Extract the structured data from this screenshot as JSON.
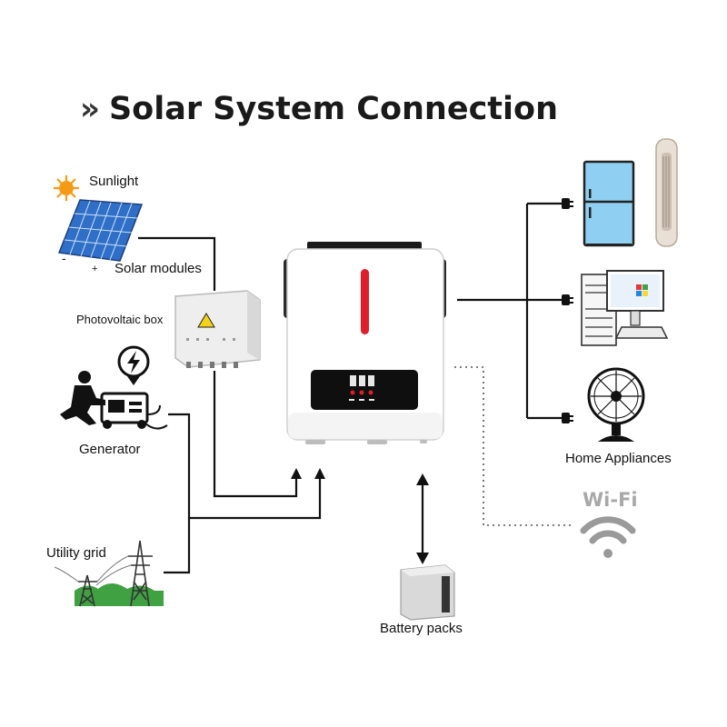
{
  "title": {
    "chevrons": "»",
    "text": "Solar System Connection"
  },
  "labels": {
    "sunlight": "Sunlight",
    "solar_modules": "Solar modules",
    "photovoltaic_box": "Photovoltaic box",
    "generator": "Generator",
    "utility_grid": "Utility grid",
    "battery_packs": "Battery packs",
    "home_appliances": "Home Appliances",
    "wifi": "Wi-Fi"
  },
  "polarity": {
    "negative": "-",
    "positive": "+"
  },
  "colors": {
    "line": "#111111",
    "sun": "#f59a17",
    "solar_panel": "#2f6fc7",
    "display_red": "#e01e2b",
    "grid_grass": "#3fa142",
    "wifi": "#9a9a9a",
    "fridge": "#8fd0f2"
  },
  "icons": [
    "sun-icon",
    "solar-panel-icon",
    "photovoltaic-box-icon",
    "generator-icon",
    "utility-grid-icon",
    "inverter-icon",
    "battery-icon",
    "fridge-icon",
    "tower-fan-icon",
    "computer-icon",
    "desk-fan-icon",
    "wifi-icon",
    "plug-icon"
  ]
}
